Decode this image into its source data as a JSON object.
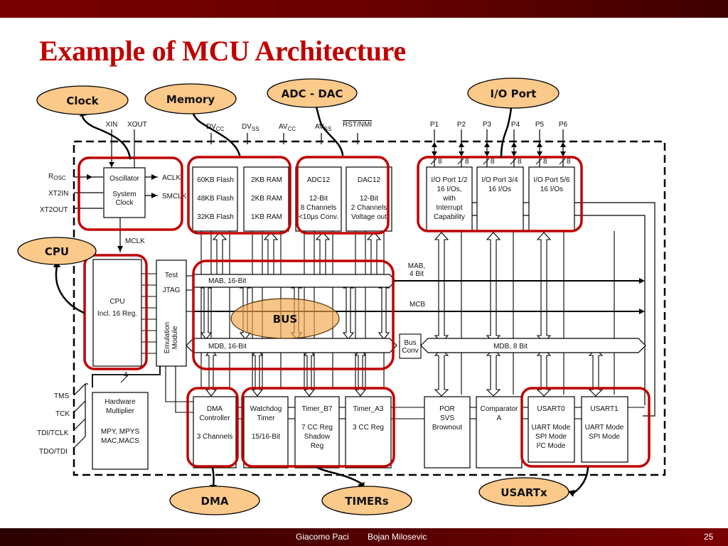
{
  "slide": {
    "title": "Example of MCU Architecture",
    "footer": {
      "author1": "Giacomo Paci",
      "author2": "Bojan Milosevic",
      "page": "25"
    },
    "colors": {
      "title": "#c00000",
      "bar": "#7a0000",
      "highlight": "#c00000",
      "callout_fill": "#fbc98a"
    }
  },
  "callouts": {
    "clock": "Clock",
    "memory": "Memory",
    "adc_dac": "ADC - DAC",
    "io_port": "I/O Port",
    "cpu": "CPU",
    "bus": "BUS",
    "dma": "DMA",
    "timers": "TIMERs",
    "usartx": "USARTx"
  },
  "pins": {
    "xin": "XIN",
    "xout": "XOUT",
    "dvcc": "DV",
    "dvcc_sub": "CC",
    "dvss": "DV",
    "dvss_sub": "SS",
    "avcc": "AV",
    "avcc_sub": "CC",
    "avss": "AV",
    "avss_sub": "SS",
    "rst": "RST/NMI",
    "p1": "P1",
    "p2": "P2",
    "p3": "P3",
    "p4": "P4",
    "p5": "P5",
    "p6": "P6",
    "rosc": "R",
    "rosc_sub": "OSC",
    "xt2in": "XT2IN",
    "xt2out": "XT2OUT",
    "aclk": "ACLK",
    "smclk": "SMCLK",
    "mclk": "MCLK",
    "tms": "TMS",
    "tck": "TCK",
    "tdi": "TDI/TCLK",
    "tdo": "TDO/TDI",
    "bits8": "8",
    "bits4": "4"
  },
  "blocks": {
    "osc": {
      "l1": "Oscillator",
      "l2": "System",
      "l3": "Clock"
    },
    "flash": {
      "l1": "60KB Flash",
      "l2": "48KB Flash",
      "l3": "32KB Flash"
    },
    "ram": {
      "l1": "2KB RAM",
      "l2": "2KB RAM",
      "l3": "1KB RAM"
    },
    "adc": {
      "l1": "ADC12",
      "l2": "12-Bit",
      "l3": "8 Channels",
      "l4": "<10µs Conv."
    },
    "dac": {
      "l1": "DAC12",
      "l2": "12-Bit",
      "l3": "2 Channels",
      "l4": "Voltage out"
    },
    "io12": {
      "l1": "I/O Port 1/2",
      "l2": "16 I/Os,",
      "l3": "with",
      "l4": "Interrupt",
      "l5": "Capability"
    },
    "io34": {
      "l1": "I/O Port 3/4",
      "l2": "16 I/Os"
    },
    "io56": {
      "l1": "I/O Port 5/6",
      "l2": "16 I/Os"
    },
    "cpu": {
      "l1": "CPU",
      "l2": "Incl. 16 Reg."
    },
    "jtag": {
      "l1": "Test",
      "l2": "JTAG",
      "l3": "Emulation",
      "l4": "Module"
    },
    "mab16": "MAB, 16-Bit",
    "mdb16": "MDB, 16-Bit",
    "mab4": {
      "l1": "MAB,",
      "l2": "4 Bit"
    },
    "mcb": "MCB",
    "mdb8": "MDB, 8 Bit",
    "busconv": {
      "l1": "Bus",
      "l2": "Conv"
    },
    "hwmul": {
      "l1": "Hardware",
      "l2": "Multiplier",
      "l3": "MPY, MPYS",
      "l4": "MAC,MACS"
    },
    "dma": {
      "l1": "DMA",
      "l2": "Controller",
      "l3": "3 Channels"
    },
    "wdt": {
      "l1": "Watchdog",
      "l2": "Timer",
      "l3": "15/16-Bit"
    },
    "tb7": {
      "l1": "Timer_B7",
      "l2": "7 CC Reg",
      "l3": "Shadow",
      "l4": "Reg"
    },
    "ta3": {
      "l1": "Timer_A3",
      "l2": "3 CC Reg"
    },
    "por": {
      "l1": "POR",
      "l2": "SVS",
      "l3": "Brownout"
    },
    "comp": {
      "l1": "Comparator",
      "l2": "A"
    },
    "usart0": {
      "l1": "USART0",
      "l2": "UART Mode",
      "l3": "SPI Mode",
      "l4": "I²C Mode"
    },
    "usart1": {
      "l1": "USART1",
      "l2": "UART Mode",
      "l3": "SPI Mode"
    }
  }
}
